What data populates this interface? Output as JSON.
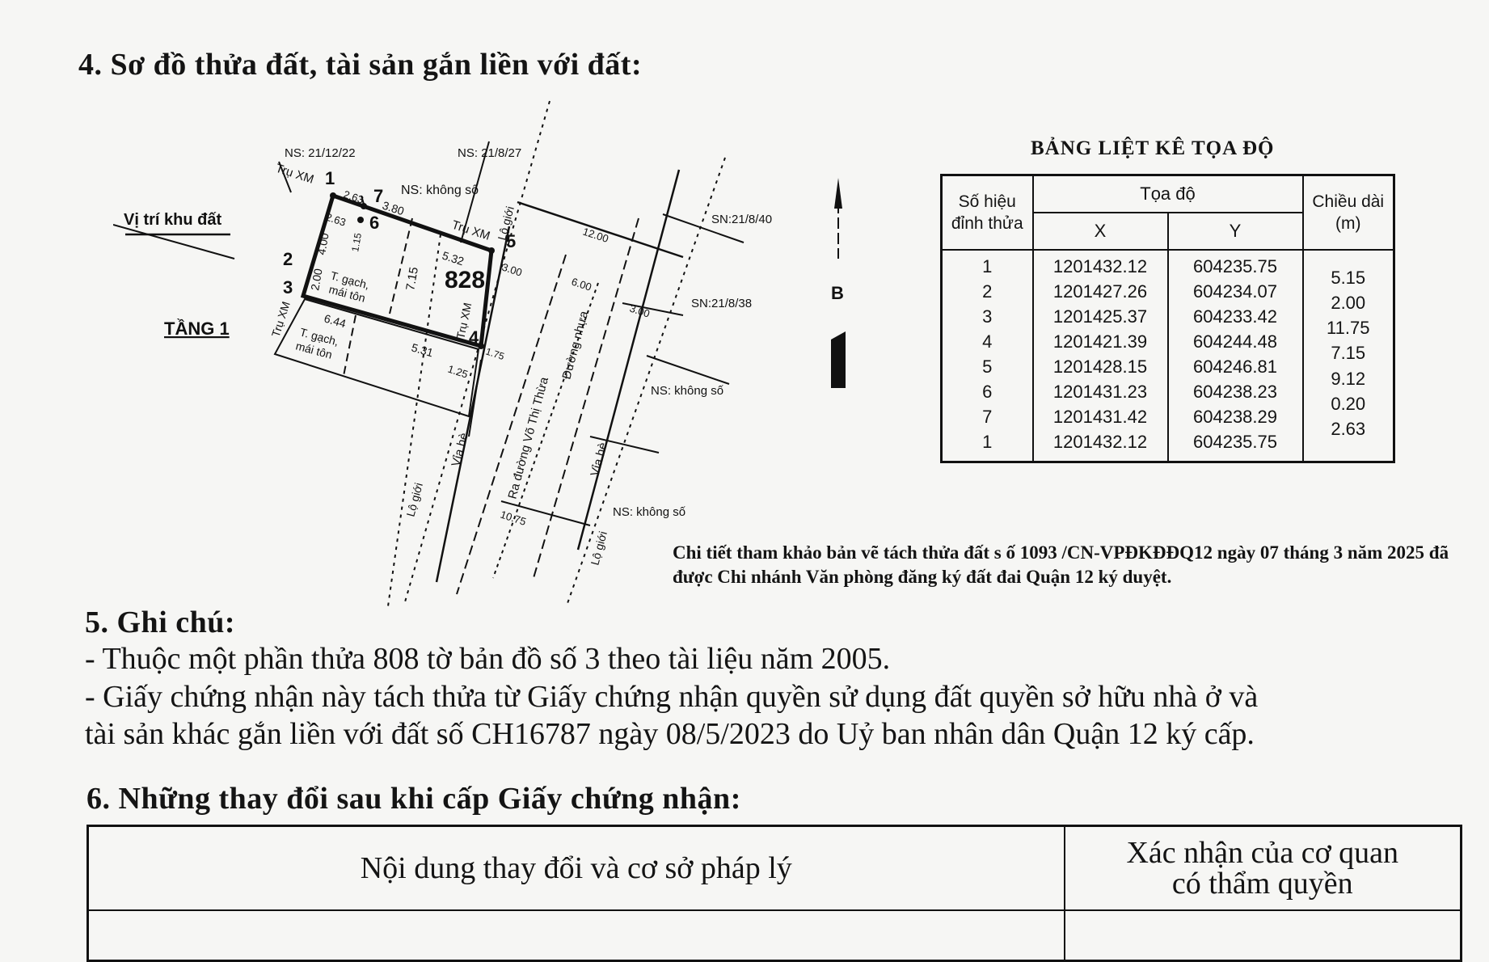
{
  "section4": {
    "title": "4. Sơ đồ thửa đất, tài sản gắn liền với đất:"
  },
  "diagram": {
    "labels": {
      "ns_21_12_22": "NS: 21/12/22",
      "ns_21_8_27": "NS: 21/8/27",
      "ns_khong_so_top": "NS: không số",
      "ns_khong_so_mid": "NS: không số",
      "ns_khong_so_bottom": "NS: không số",
      "sn_21_8_40": "SN:21/8/40",
      "sn_21_8_38": "SN:21/8/38",
      "vi_tri": "Vị trí khu đất",
      "tang1": "TẦNG 1",
      "tru_xm_1": "Trụ XM",
      "tru_xm_2": "Trụ XM",
      "tru_xm_3": "Trụ XM",
      "tru_xm_4": "Trụ XM",
      "lo_gioi_1": "Lộ giới",
      "lo_gioi_2": "Lộ giới",
      "lo_gioi_3": "Lộ giới",
      "via_he_1": "Vỉa hè",
      "via_he_2": "Vỉa hè",
      "duong": "Ra đường Võ Thị Thừa",
      "duong_nhua": "Đường nhựa",
      "parcel": "828",
      "t_gach_1": "T. gạch,",
      "mai_ton_1": "mái tôn",
      "t_gach_2": "T. gạch,",
      "mai_ton_2": "mái tôn",
      "north": "B"
    },
    "points": [
      "1",
      "2",
      "3",
      "4",
      "5",
      "6",
      "7"
    ],
    "dims": [
      "2.63",
      "3.80",
      "2.63",
      "1.15",
      "4.00",
      "2.00",
      "5.32",
      "7.15",
      "6.44",
      "5.31",
      "3.00",
      "12.00",
      "6.00",
      "3.00",
      "1.75",
      "1.25",
      "10.75"
    ]
  },
  "coord_table": {
    "title": "BẢNG LIỆT KÊ TỌA ĐỘ",
    "col_point": "Số hiệu đỉnh thửa",
    "col_coord": "Tọa độ",
    "col_x": "X",
    "col_y": "Y",
    "col_len": "Chiều dài (m)",
    "points": [
      "1",
      "2",
      "3",
      "4",
      "5",
      "6",
      "7",
      "1"
    ],
    "x": [
      "1201432.12",
      "1201427.26",
      "1201425.37",
      "1201421.39",
      "1201428.15",
      "1201431.23",
      "1201431.42",
      "1201432.12"
    ],
    "y": [
      "604235.75",
      "604234.07",
      "604233.42",
      "604244.48",
      "604246.81",
      "604238.23",
      "604238.29",
      "604235.75"
    ],
    "lengths": [
      "5.15",
      "2.00",
      "11.75",
      "7.15",
      "9.12",
      "0.20",
      "2.63"
    ]
  },
  "ref_text": "Chi tiết tham khảo bản vẽ tách thửa đất s ố 1093 /CN-VPĐKĐĐQ12 ngày 07 tháng 3 năm 2025 đã được Chi nhánh Văn phòng đăng ký đất đai Quận 12 ký duyệt.",
  "section5": {
    "title": "5. Ghi chú:",
    "line1": "- Thuộc một phần thửa 808 tờ bản đồ số 3 theo tài liệu năm 2005.",
    "line2": "- Giấy chứng nhận này tách thửa từ Giấy chứng nhận quyền sử dụng đất quyền sở hữu nhà ở và",
    "line3": "tài  sản khác gắn liền với đất số CH16787 ngày 08/5/2023 do Uỷ ban nhân dân Quận 12 ký cấp."
  },
  "section6": {
    "title": "6. Những thay đổi sau khi cấp Giấy chứng nhận:",
    "col1": "Nội dung thay đổi và cơ sở pháp lý",
    "col2_line1": "Xác nhận của cơ quan",
    "col2_line2": "có thẩm quyền"
  }
}
